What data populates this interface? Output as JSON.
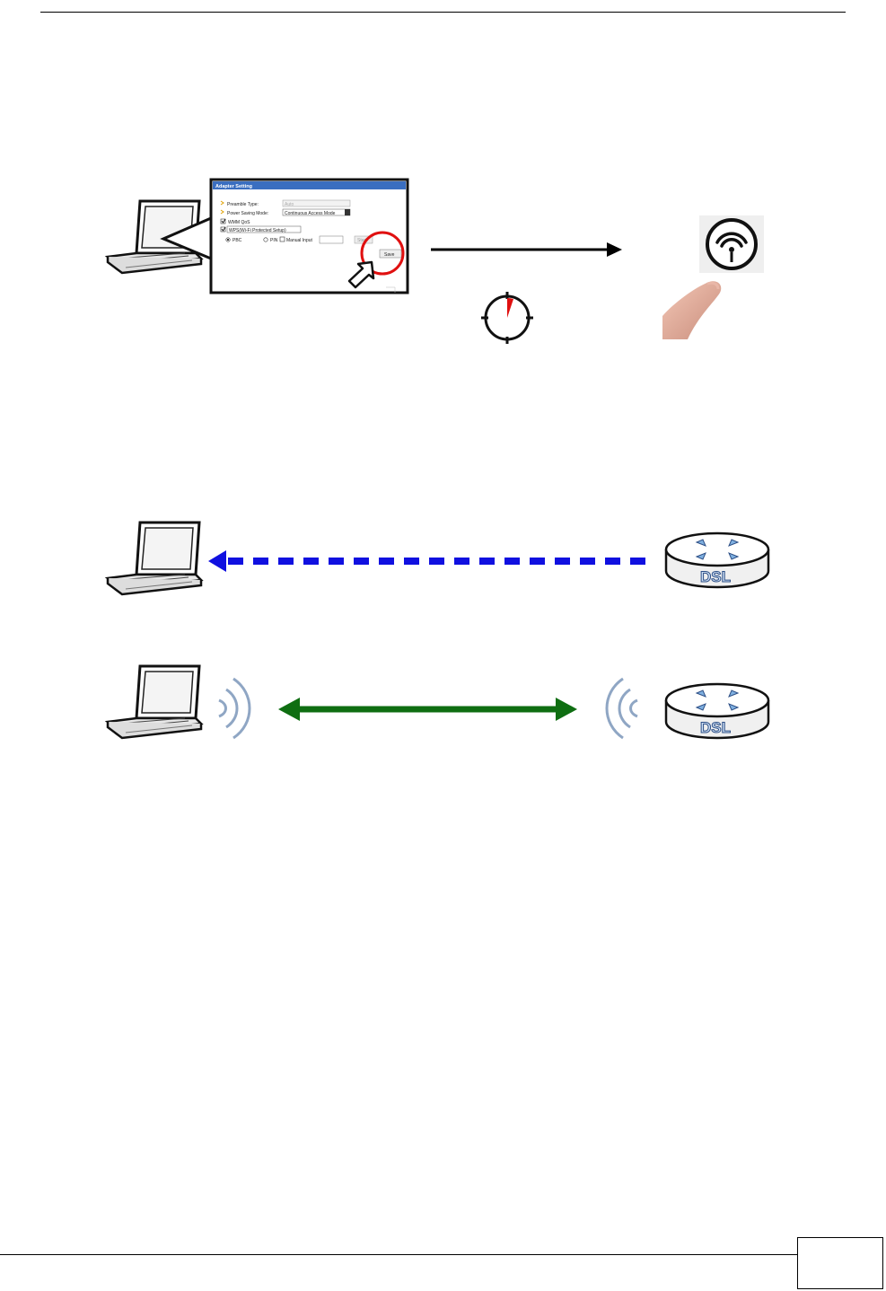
{
  "wps_panel": {
    "title": "Adapter Setting",
    "preamble_label": "Preamble Type:",
    "preamble_value": "Auto",
    "power_label": "Power Saving Mode:",
    "power_value": "Continuous Access Mode",
    "wmm_label": "WMM QoS",
    "wps_label": "WPS(Wi-Fi Protected Setup)",
    "pbc_label": "PBC",
    "pin_label": "PIN",
    "manual_label": "Manual Input",
    "start_label": "Start",
    "save_label": "Save"
  },
  "routers": [
    {
      "label": "DSL"
    },
    {
      "label": "DSL"
    }
  ],
  "colors": {
    "dashed_arrow": "#1010e0",
    "double_arrow": "#0f6e12",
    "highlight_circle": "#e01010",
    "timer_wedge": "#e01010"
  },
  "icons": [
    "laptop-icon",
    "wps-button-icon",
    "timer-icon",
    "finger-icon",
    "router-icon",
    "wireless-waves-icon"
  ]
}
